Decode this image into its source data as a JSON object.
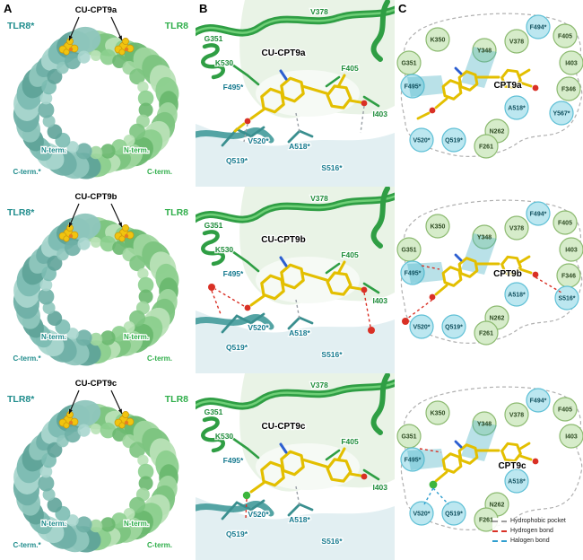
{
  "panels": {
    "A": {
      "letter": "A"
    },
    "B": {
      "letter": "B"
    },
    "C": {
      "letter": "C"
    }
  },
  "colors": {
    "tlr8_green": "#2fae4a",
    "tlr8star_teal": "#1f8c8c",
    "ribbon_green": "#2f9e44",
    "ribbon_teal": "#54a4a4",
    "ligand_yellow": "#e3bf00",
    "oxygen_red": "#d93025",
    "chlorine_green": "#3cb53c",
    "nitrogen_blue": "#2c5fd1",
    "hydrogen_bond_red": "#d93025",
    "halogen_bond_blue": "#2f9ecf",
    "hydrophobic_gray": "#9e9e9e"
  },
  "rows": [
    {
      "compound": "CU-CPT9a",
      "compound_short": "CPT9a",
      "panelA": {
        "left_protein": "TLR8*",
        "right_protein": "TLR8",
        "n_term_left": "N-term.",
        "n_term_right": "N-term.",
        "c_term_left": "C-term.*",
        "c_term_right": "C-term."
      },
      "panelB": {
        "residues": [
          {
            "name": "V378",
            "chain": "tlr8"
          },
          {
            "name": "G351",
            "chain": "tlr8"
          },
          {
            "name": "K530",
            "chain": "tlr8"
          },
          {
            "name": "F495*",
            "chain": "tlr8star"
          },
          {
            "name": "F405",
            "chain": "tlr8"
          },
          {
            "name": "I403",
            "chain": "tlr8"
          },
          {
            "name": "V520*",
            "chain": "tlr8star"
          },
          {
            "name": "A518*",
            "chain": "tlr8star"
          },
          {
            "name": "Q519*",
            "chain": "tlr8star"
          },
          {
            "name": "S516*",
            "chain": "tlr8star"
          }
        ]
      },
      "panelC": {
        "residues": [
          {
            "name": "K350",
            "type": "pocket"
          },
          {
            "name": "G351",
            "type": "pocket"
          },
          {
            "name": "Y348",
            "type": "pocket",
            "highlight": true
          },
          {
            "name": "V378",
            "type": "pocket"
          },
          {
            "name": "F494*",
            "type": "star"
          },
          {
            "name": "F405",
            "type": "pocket"
          },
          {
            "name": "I403",
            "type": "pocket"
          },
          {
            "name": "F346",
            "type": "pocket"
          },
          {
            "name": "F495*",
            "type": "star",
            "highlight": true
          },
          {
            "name": "A518*",
            "type": "star"
          },
          {
            "name": "Y567*",
            "type": "star"
          },
          {
            "name": "N262",
            "type": "pocket"
          },
          {
            "name": "V520*",
            "type": "star"
          },
          {
            "name": "Q519*",
            "type": "star"
          },
          {
            "name": "F261",
            "type": "pocket"
          }
        ],
        "features": {
          "methoxy_oxygen": true,
          "phenol_oxygen": true,
          "water": false,
          "halogen": false
        }
      }
    },
    {
      "compound": "CU-CPT9b",
      "compound_short": "CPT9b",
      "panelA": {
        "left_protein": "TLR8*",
        "right_protein": "TLR8",
        "n_term_left": "N-term.",
        "n_term_right": "N-term.",
        "c_term_left": "C-term.*",
        "c_term_right": "C-term."
      },
      "panelB": {
        "residues": [
          {
            "name": "V378",
            "chain": "tlr8"
          },
          {
            "name": "G351",
            "chain": "tlr8"
          },
          {
            "name": "K530",
            "chain": "tlr8"
          },
          {
            "name": "F495*",
            "chain": "tlr8star"
          },
          {
            "name": "F405",
            "chain": "tlr8"
          },
          {
            "name": "I403",
            "chain": "tlr8"
          },
          {
            "name": "V520*",
            "chain": "tlr8star"
          },
          {
            "name": "A518*",
            "chain": "tlr8star"
          },
          {
            "name": "Q519*",
            "chain": "tlr8star"
          },
          {
            "name": "S516*",
            "chain": "tlr8star"
          }
        ]
      },
      "panelC": {
        "residues": [
          {
            "name": "K350",
            "type": "pocket"
          },
          {
            "name": "G351",
            "type": "pocket"
          },
          {
            "name": "Y348",
            "type": "pocket",
            "highlight": true
          },
          {
            "name": "V378",
            "type": "pocket"
          },
          {
            "name": "F494*",
            "type": "star"
          },
          {
            "name": "F405",
            "type": "pocket"
          },
          {
            "name": "I403",
            "type": "pocket"
          },
          {
            "name": "F346",
            "type": "pocket"
          },
          {
            "name": "F495*",
            "type": "star",
            "highlight": true
          },
          {
            "name": "A518*",
            "type": "star"
          },
          {
            "name": "S516*",
            "type": "star"
          },
          {
            "name": "N262",
            "type": "pocket"
          },
          {
            "name": "V520*",
            "type": "star"
          },
          {
            "name": "Q519*",
            "type": "star"
          },
          {
            "name": "F261",
            "type": "pocket"
          }
        ],
        "features": {
          "methoxy_oxygen": true,
          "phenol_oxygen": true,
          "water": true,
          "halogen": false
        }
      }
    },
    {
      "compound": "CU-CPT9c",
      "compound_short": "CPT9c",
      "panelA": {
        "left_protein": "TLR8*",
        "right_protein": "TLR8",
        "n_term_left": "N-term.",
        "n_term_right": "N-term.",
        "c_term_left": "C-term.*",
        "c_term_right": "C-term."
      },
      "panelB": {
        "residues": [
          {
            "name": "V378",
            "chain": "tlr8"
          },
          {
            "name": "G351",
            "chain": "tlr8"
          },
          {
            "name": "K530",
            "chain": "tlr8"
          },
          {
            "name": "F495*",
            "chain": "tlr8star"
          },
          {
            "name": "F405",
            "chain": "tlr8"
          },
          {
            "name": "I403",
            "chain": "tlr8"
          },
          {
            "name": "V520*",
            "chain": "tlr8star"
          },
          {
            "name": "A518*",
            "chain": "tlr8star"
          },
          {
            "name": "Q519*",
            "chain": "tlr8star"
          },
          {
            "name": "S516*",
            "chain": "tlr8star"
          }
        ]
      },
      "panelC": {
        "residues": [
          {
            "name": "K350",
            "type": "pocket"
          },
          {
            "name": "G351",
            "type": "pocket"
          },
          {
            "name": "Y348",
            "type": "pocket",
            "highlight": true
          },
          {
            "name": "V378",
            "type": "pocket"
          },
          {
            "name": "F494*",
            "type": "star"
          },
          {
            "name": "F405",
            "type": "pocket"
          },
          {
            "name": "I403",
            "type": "pocket"
          },
          {
            "name": "F495*",
            "type": "star",
            "highlight": true
          },
          {
            "name": "A518*",
            "type": "star"
          },
          {
            "name": "N262",
            "type": "pocket"
          },
          {
            "name": "V520*",
            "type": "star"
          },
          {
            "name": "Q519*",
            "type": "star"
          },
          {
            "name": "F261",
            "type": "pocket"
          }
        ],
        "features": {
          "methoxy_oxygen": false,
          "phenol_oxygen": true,
          "water": false,
          "halogen": true
        }
      }
    }
  ],
  "legend": {
    "items": [
      {
        "label": "Hydrophobic pocket",
        "style": "hydrophobic"
      },
      {
        "label": "Hydrogen bond",
        "style": "hydrogen"
      },
      {
        "label": "Halogen bond",
        "style": "halogen"
      }
    ]
  }
}
